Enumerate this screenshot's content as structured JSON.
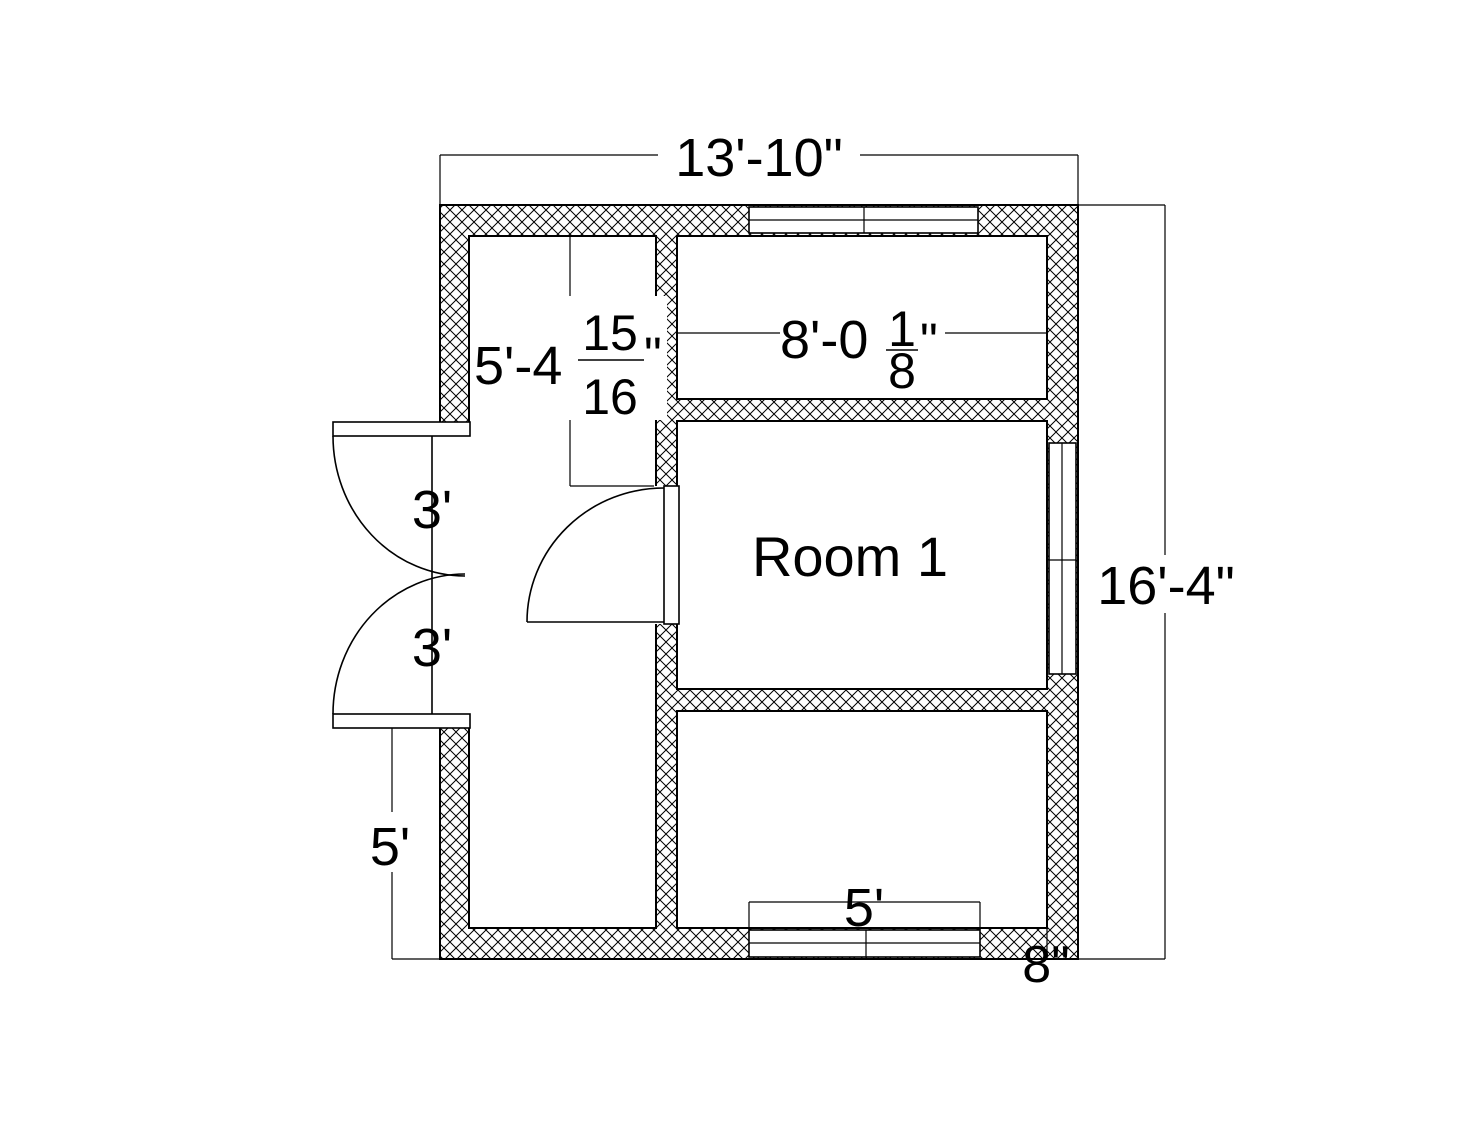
{
  "plan": {
    "room_label": "Room 1",
    "dimensions": {
      "overall_width": "13'-10\"",
      "overall_height": "16'-4\"",
      "hall_length_whole": "5'-4",
      "hall_length_num": "15",
      "hall_length_den": "16",
      "hall_length_inch": "\"",
      "closet_width_whole": "8'-0",
      "closet_width_num": "1",
      "closet_width_den": "8",
      "closet_width_inch": "\"",
      "door_upper": "3'",
      "door_lower": "3'",
      "left_offset": "5'",
      "bottom_window": "5'",
      "wall_thickness": "8\""
    }
  }
}
